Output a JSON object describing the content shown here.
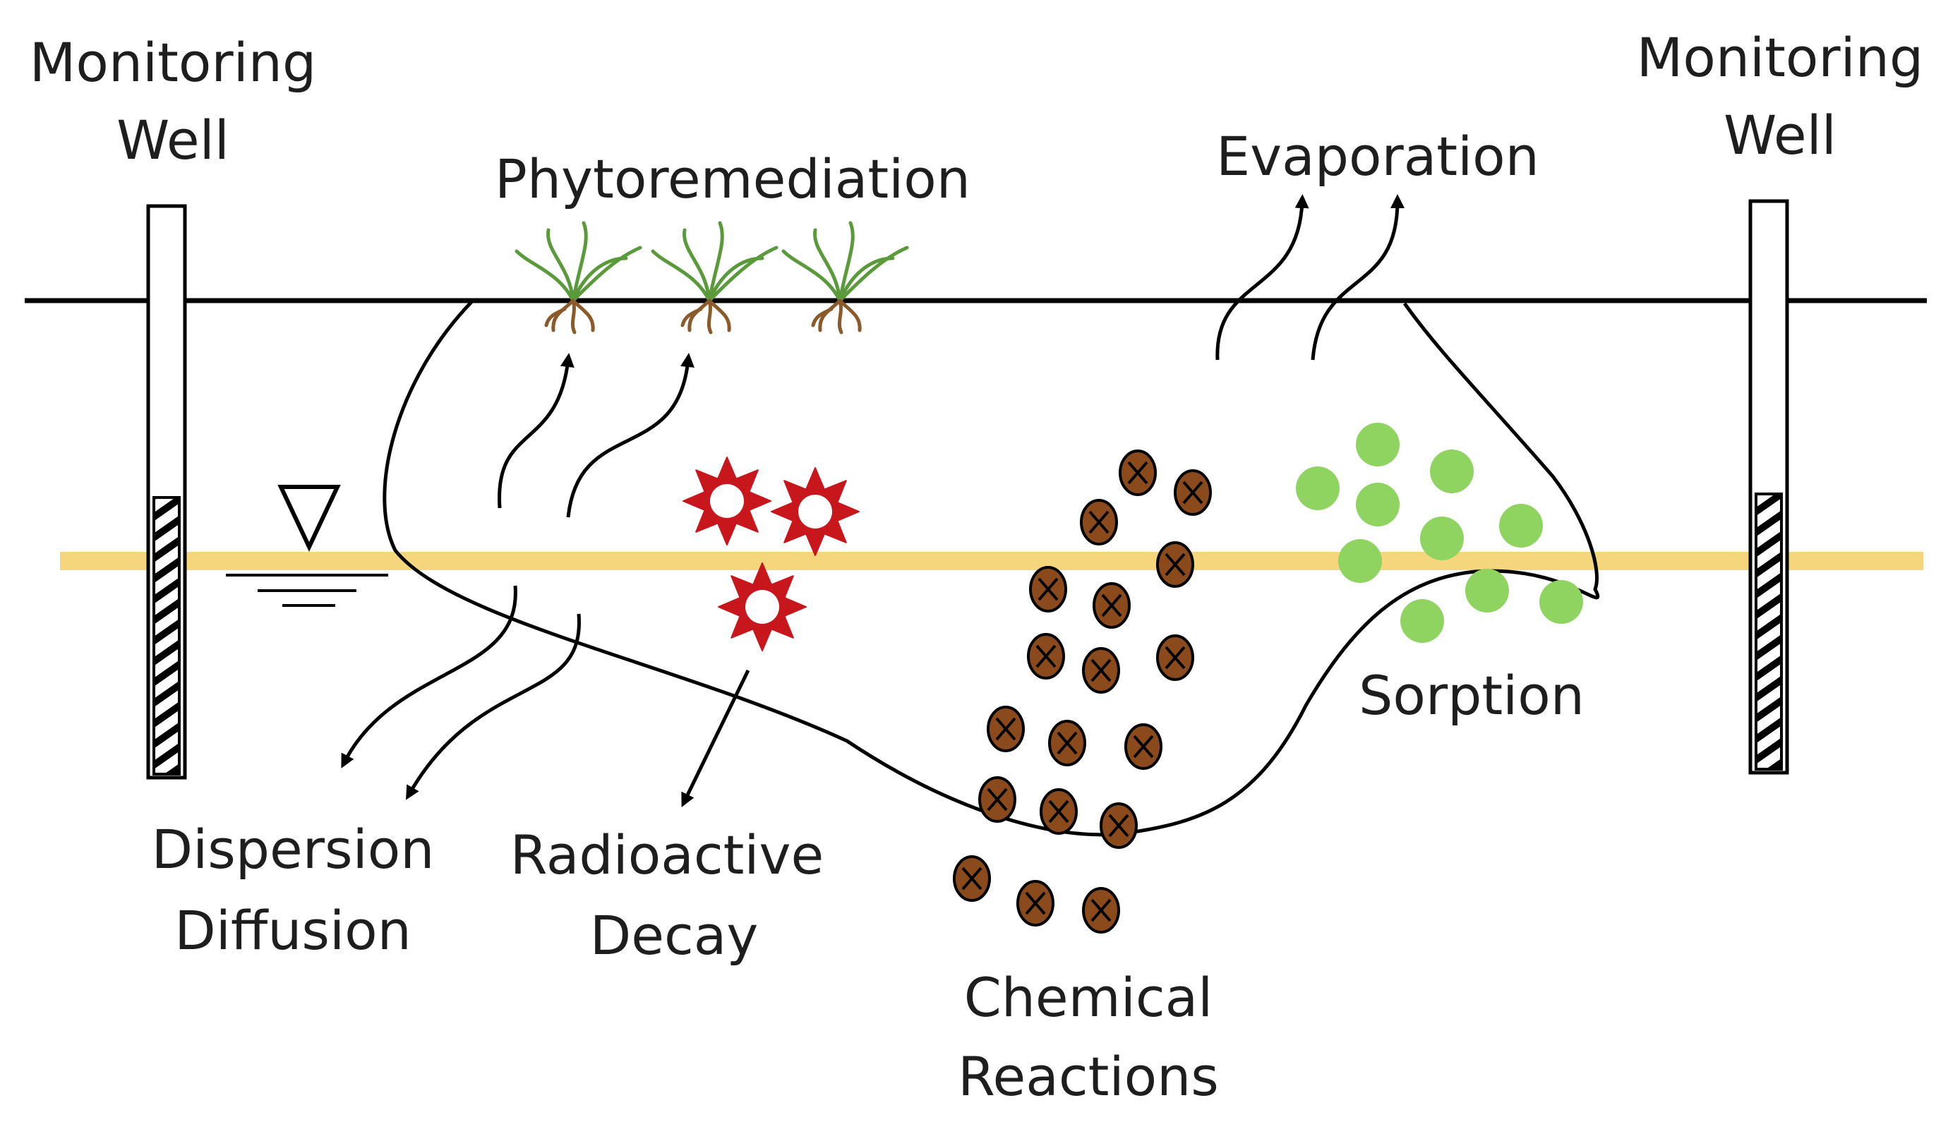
{
  "labels": {
    "monitoring_well_left": [
      "Monitoring",
      "Well"
    ],
    "monitoring_well_right": [
      "Monitoring",
      "Well"
    ],
    "phytoremediation": "Phytoremediation",
    "evaporation": "Evaporation",
    "dispersion_diffusion": [
      "Dispersion",
      "Diffusion"
    ],
    "radioactive_decay": [
      "Radioactive",
      "Decay"
    ],
    "chemical_reactions": [
      "Chemical",
      "Reactions"
    ],
    "sorption": "Sorption"
  },
  "colors": {
    "ground_line": "#000000",
    "water_table": "#f6d67c",
    "plant_leaves": "#5a9a3a",
    "plant_roots": "#8b5a2b",
    "radioactive": "#c8161d",
    "chemical_particle": "#8a4a1c",
    "sorption_particle": "#8fd460",
    "well_screen_hatch": "#000000"
  },
  "symbols": {
    "water_table": "water-table-triangle-icon",
    "chemical_particle": "crossed-circle-icon",
    "radioactive_particle": "spiked-star-icon"
  }
}
